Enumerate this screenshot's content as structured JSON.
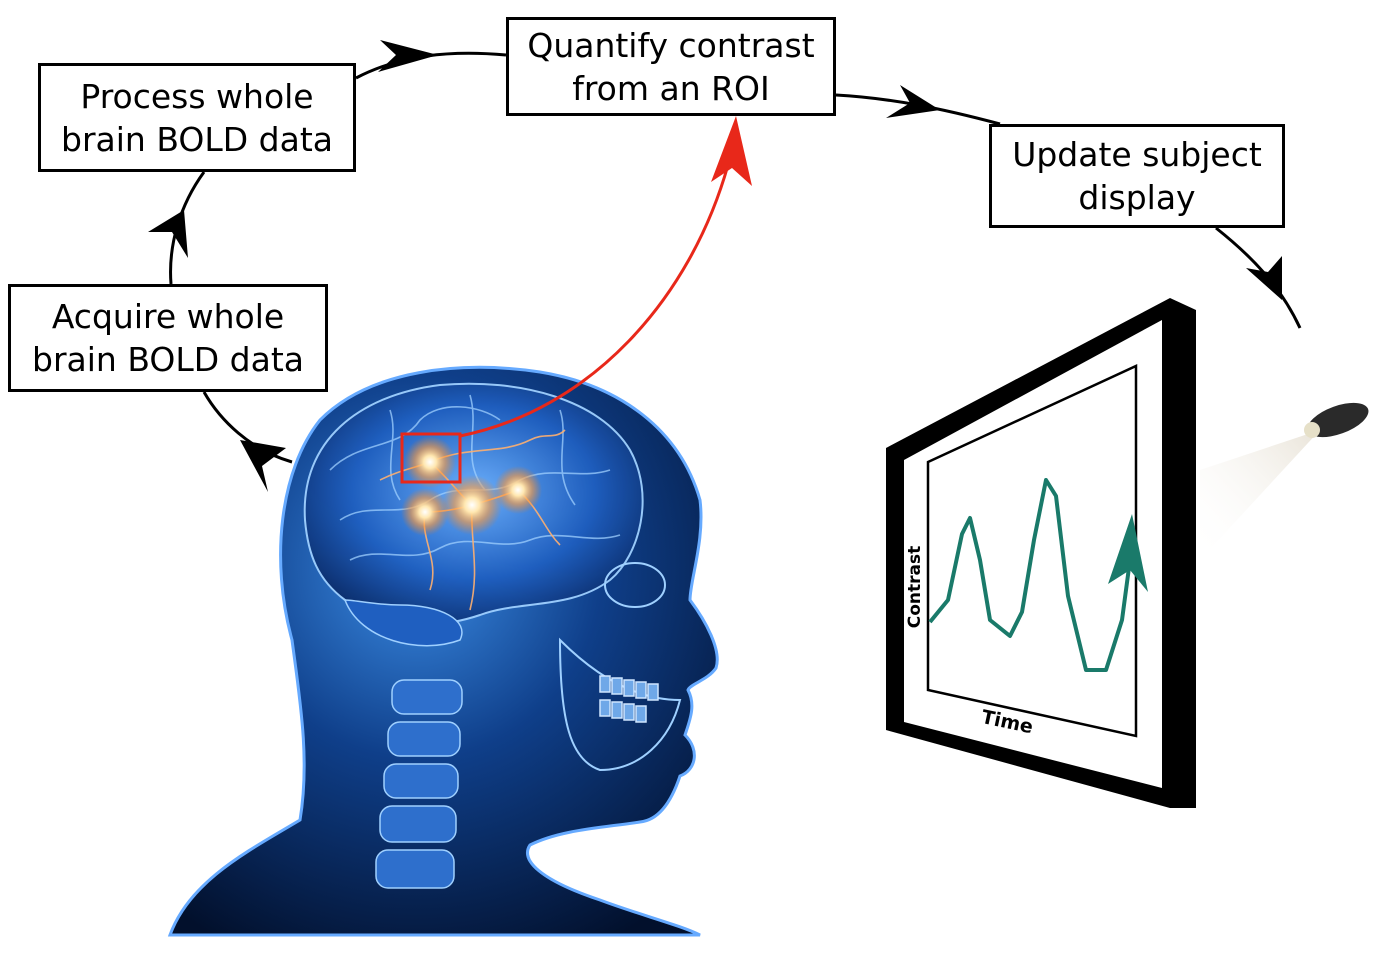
{
  "steps": {
    "acquire": {
      "line1": "Acquire whole",
      "line2": "brain BOLD data"
    },
    "process": {
      "line1": "Process whole",
      "line2": "brain BOLD data"
    },
    "quantify": {
      "line1": "Quantify contrast",
      "line2": "from an ROI"
    },
    "update": {
      "line1": "Update subject",
      "line2": "display"
    }
  },
  "display": {
    "ylabel": "Contrast",
    "xlabel": "Time",
    "line_color": "#1a7a6a"
  },
  "colors": {
    "roi_arrow": "#e8281a",
    "flow_arrow": "#000000",
    "brain_glow": "#2f7fd8"
  }
}
